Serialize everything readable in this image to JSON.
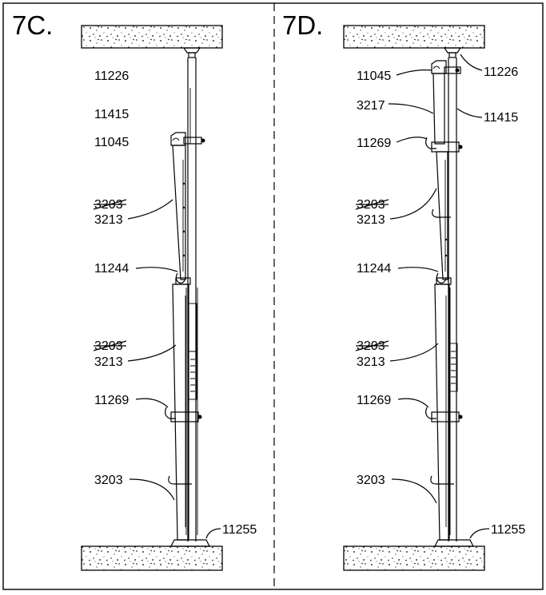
{
  "panels": [
    {
      "id": "7c",
      "title": "7C.",
      "labels": {
        "l11226": "11226",
        "l11415": "11415",
        "l11045": "11045",
        "l3203_struck_a": "3203",
        "l3213_a": "3213",
        "l11244": "11244",
        "l3203_struck_b": "3203",
        "l3213_b": "3213",
        "l11269": "11269",
        "l3203": "3203",
        "l11255": "11255"
      }
    },
    {
      "id": "7d",
      "title": "7D.",
      "labels": {
        "l11045": "11045",
        "l11226": "11226",
        "l3217": "3217",
        "l11415": "11415",
        "l11269_top": "11269",
        "l3203_struck_a": "3203",
        "l3213_a": "3213",
        "l11244": "11244",
        "l3203_struck_b": "3203",
        "l3213_b": "3213",
        "l11269": "11269",
        "l3203": "3203",
        "l11255": "11255"
      }
    }
  ]
}
